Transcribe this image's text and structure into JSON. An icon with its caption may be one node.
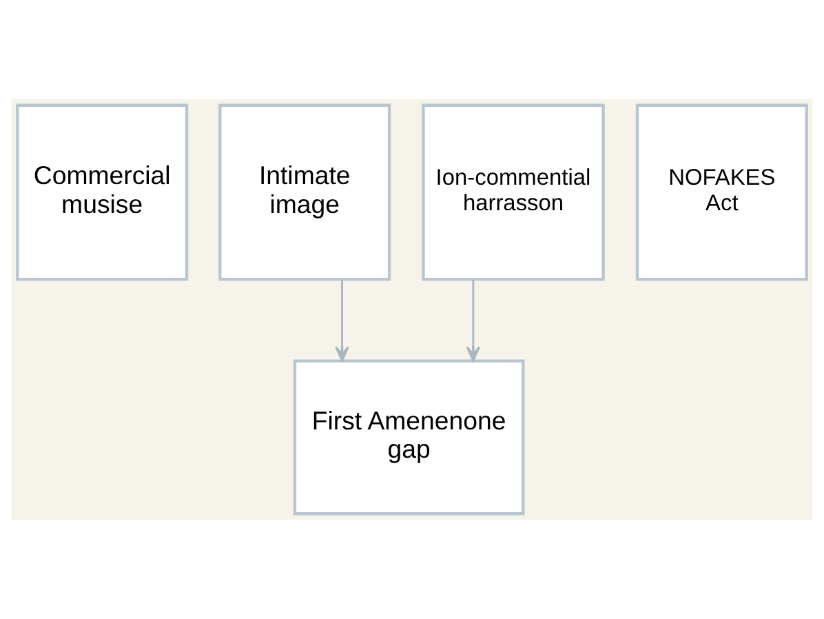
{
  "diagram": {
    "nodes": [
      {
        "text": [
          "Commercial musise"
        ]
      },
      {
        "text": [
          "Intimate image"
        ]
      },
      {
        "text": [
          "Ion-commential harrasson"
        ]
      },
      {
        "text": [
          "NOFAKES Act"
        ]
      },
      {
        "text": [
          "First Amenenone gap"
        ]
      }
    ],
    "edges": [
      {
        "from": 1,
        "to": 4,
        "arrow": "to"
      },
      {
        "from": 2,
        "to": 4,
        "arrow": "to"
      }
    ]
  }
}
